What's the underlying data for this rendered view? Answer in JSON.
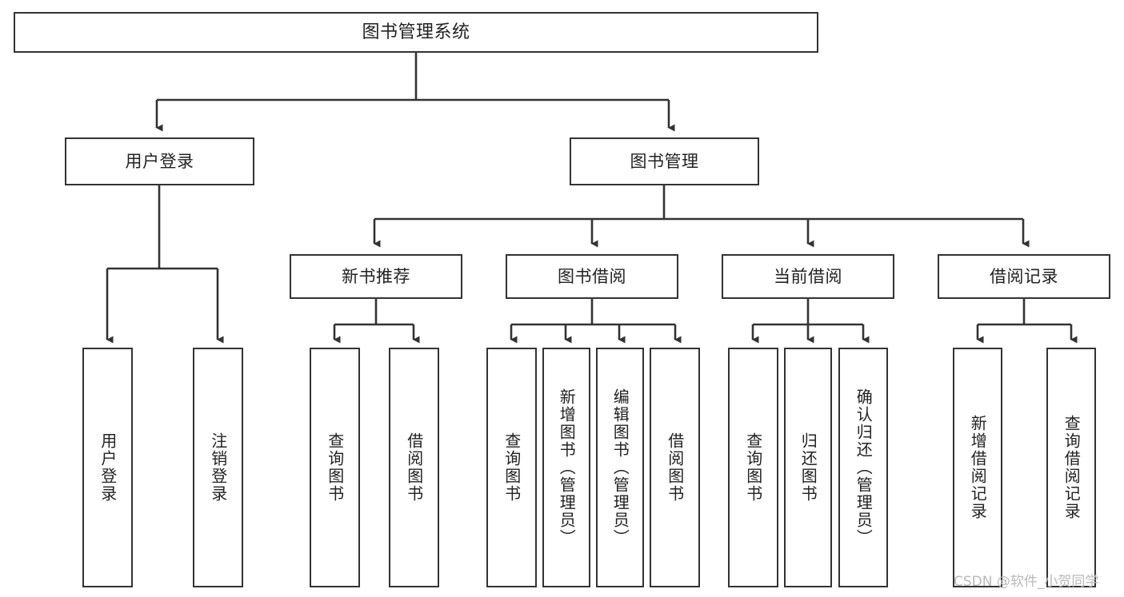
{
  "diagram": {
    "title": "图书管理系统",
    "type": "tree-hierarchy",
    "orientation": "top-down",
    "colors": {
      "background": "#ffffff",
      "node_fill": "#ffffff",
      "node_border": "#333333",
      "edge": "#333333",
      "text": "#222222",
      "watermark": "#b9b9b9"
    },
    "watermark": "CSDN @软件_小贺同学"
  },
  "nodes": {
    "root": {
      "label": "图书管理系统"
    },
    "level2": [
      {
        "id": "user-login",
        "label": "用户登录"
      },
      {
        "id": "book-management",
        "label": "图书管理"
      }
    ],
    "level3": [
      {
        "id": "new-book-recommend",
        "label": "新书推荐"
      },
      {
        "id": "book-borrow",
        "label": "图书借阅"
      },
      {
        "id": "current-borrow",
        "label": "当前借阅"
      },
      {
        "id": "borrow-record",
        "label": "借阅记录"
      }
    ],
    "leaves": {
      "user_login": [
        {
          "id": "leaf-user-login",
          "label": "用户登录"
        },
        {
          "id": "leaf-logout",
          "label": "注销登录"
        }
      ],
      "new_book_recommend": [
        {
          "id": "leaf-query-book-1",
          "label": "查询图书"
        },
        {
          "id": "leaf-borrow-book-1",
          "label": "借阅图书"
        }
      ],
      "book_borrow": [
        {
          "id": "leaf-query-book-2",
          "label": "查询图书"
        },
        {
          "id": "leaf-add-book",
          "label": "新增图书（管理员）"
        },
        {
          "id": "leaf-edit-book",
          "label": "编辑图书（管理员）"
        },
        {
          "id": "leaf-borrow-book-2",
          "label": "借阅图书"
        }
      ],
      "current_borrow": [
        {
          "id": "leaf-query-book-3",
          "label": "查询图书"
        },
        {
          "id": "leaf-return-book",
          "label": "归还图书"
        },
        {
          "id": "leaf-confirm-return",
          "label": "确认归还（管理员）"
        }
      ],
      "borrow_record": [
        {
          "id": "leaf-add-record",
          "label": "新增借阅记录"
        },
        {
          "id": "leaf-query-record",
          "label": "查询借阅记录"
        }
      ]
    }
  }
}
